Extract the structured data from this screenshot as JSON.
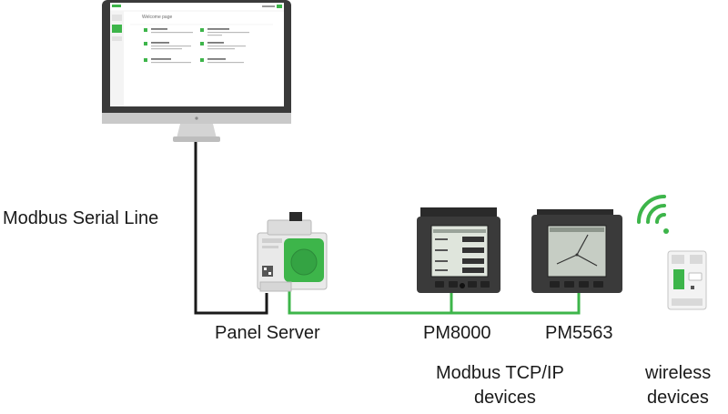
{
  "labels": {
    "modbus_serial_line": "Modbus Serial Line",
    "panel_server": "Panel Server",
    "pm8000": "PM8000",
    "pm5563": "PM5563",
    "tcp_line1": "Modbus TCP/IP",
    "tcp_line2": "devices",
    "wireless_line1": "wireless",
    "wireless_line2": "devices"
  },
  "screen": {
    "page_title": "Welcome page"
  },
  "colors": {
    "serial_cable": "#1a1a1a",
    "ethernet_cable": "#3db54a",
    "wireless_icon": "#3db54a",
    "brand_green": "#3db54a"
  }
}
